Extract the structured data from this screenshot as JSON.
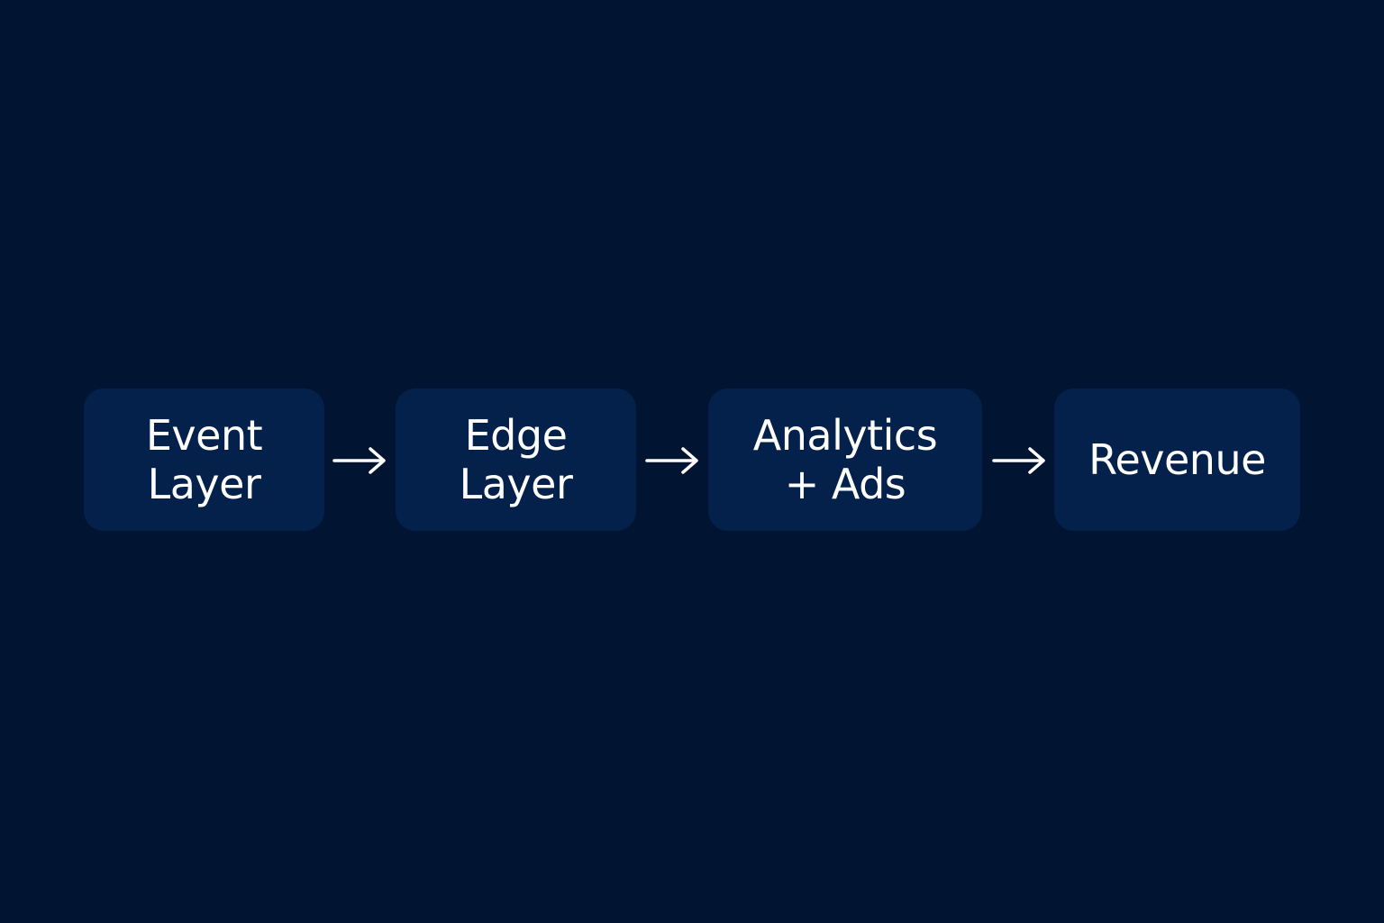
{
  "diagram": {
    "nodes": [
      {
        "lines": [
          "Event",
          "Layer"
        ]
      },
      {
        "lines": [
          "Edge",
          "Layer"
        ]
      },
      {
        "lines": [
          "Analytics",
          "+ Ads"
        ]
      },
      {
        "lines": [
          "Revenue"
        ]
      }
    ],
    "edges": [
      {
        "from": 0,
        "to": 1
      },
      {
        "from": 1,
        "to": 2
      },
      {
        "from": 2,
        "to": 3
      }
    ]
  },
  "colors": {
    "background": "#011533",
    "node_fill": "#03214a",
    "text": "#ffffff",
    "arrow": "#ffffff"
  },
  "icons": {
    "connector": "arrow-right-icon"
  }
}
